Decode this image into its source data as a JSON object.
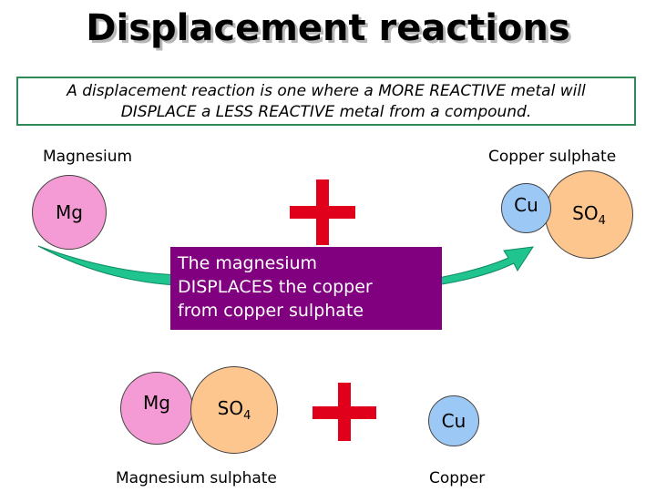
{
  "title": "Displacement reactions",
  "definition": {
    "line1": "A displacement reaction is one where a MORE REACTIVE metal will",
    "line2": "DISPLACE a LESS REACTIVE metal from a compound."
  },
  "reactants": {
    "left_label": "Magnesium",
    "left_symbol": "Mg",
    "right_label": "Copper sulphate",
    "right_metal": "Cu",
    "right_anion": "SO",
    "right_anion_sub": "4"
  },
  "explanation": {
    "line1": "The magnesium",
    "line2": "DISPLACES the copper",
    "line3": "from copper sulphate"
  },
  "products": {
    "left_metal": "Mg",
    "left_anion": "SO",
    "left_anion_sub": "4",
    "left_label": "Magnesium sulphate",
    "right_symbol": "Cu",
    "right_label": "Copper"
  },
  "colors": {
    "plus": "#e0001b",
    "arrow": "#1fc48f",
    "border": "#2e8b57",
    "explanation_bg": "#800080"
  }
}
